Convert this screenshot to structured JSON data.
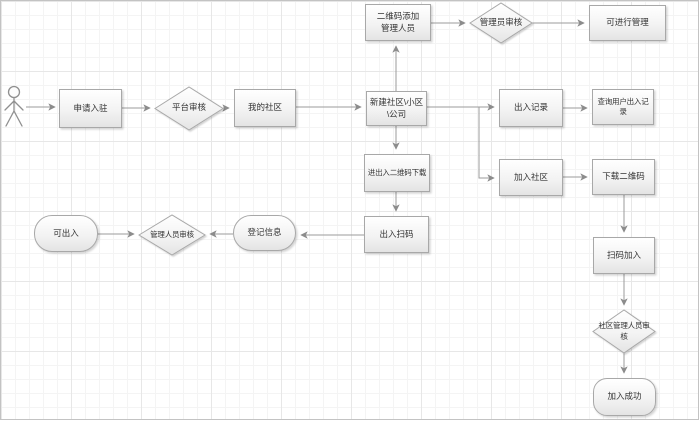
{
  "diagram": {
    "type": "flowchart",
    "colors": {
      "canvas_background": "#ffffff",
      "grid_minor": "#f4f4f4",
      "grid_major": "#e7e7e7",
      "node_fill_top": "#ffffff",
      "node_fill_bottom": "#e4e4e4",
      "node_border": "#a8a8a8",
      "connector": "#9b9b9b",
      "text": "#333333"
    },
    "icons": {
      "actor": "person-icon"
    },
    "nodes": {
      "apply_join": {
        "shape": "rect",
        "label": "申请入驻"
      },
      "platform_review": {
        "shape": "diamond",
        "label": "平台审核"
      },
      "my_community": {
        "shape": "rect",
        "label": "我的社区"
      },
      "new_community": {
        "shape": "rect",
        "label": "新建社区\\小区\n\\公司"
      },
      "qr_add_admin": {
        "shape": "rect",
        "label": "二维码添加\n管理人员"
      },
      "admin_review": {
        "shape": "diamond",
        "label": "管理员审核"
      },
      "can_manage": {
        "shape": "rect",
        "label": "可进行管理"
      },
      "access_records": {
        "shape": "rect",
        "label": "出入记录"
      },
      "query_user_records": {
        "shape": "rect",
        "label": "查询用户出入记录"
      },
      "qr_download": {
        "shape": "rect",
        "label": "进出入二维码下载"
      },
      "join_community": {
        "shape": "rect",
        "label": "加入社区"
      },
      "download_qr": {
        "shape": "rect",
        "label": "下载二维码"
      },
      "access_scan": {
        "shape": "rect",
        "label": "出入扫码"
      },
      "register_info": {
        "shape": "stadium",
        "label": "登记信息"
      },
      "manager_review": {
        "shape": "diamond",
        "label": "管理人员审核"
      },
      "can_access": {
        "shape": "stadium",
        "label": "可出入"
      },
      "scan_join": {
        "shape": "rect",
        "label": "扫码加入"
      },
      "community_manager_review": {
        "shape": "diamond",
        "label": "社区管理人员审\n核"
      },
      "join_success": {
        "shape": "stadium",
        "label": "加入成功"
      }
    },
    "edges": [
      {
        "from": "actor",
        "to": "apply_join"
      },
      {
        "from": "apply_join",
        "to": "platform_review"
      },
      {
        "from": "platform_review",
        "to": "my_community"
      },
      {
        "from": "my_community",
        "to": "new_community"
      },
      {
        "from": "new_community",
        "to": "qr_add_admin"
      },
      {
        "from": "qr_add_admin",
        "to": "admin_review"
      },
      {
        "from": "admin_review",
        "to": "can_manage"
      },
      {
        "from": "new_community",
        "to": "access_records"
      },
      {
        "from": "new_community",
        "to": "join_community"
      },
      {
        "from": "access_records",
        "to": "query_user_records"
      },
      {
        "from": "join_community",
        "to": "download_qr"
      },
      {
        "from": "new_community",
        "to": "qr_download"
      },
      {
        "from": "qr_download",
        "to": "access_scan"
      },
      {
        "from": "download_qr",
        "to": "scan_join"
      },
      {
        "from": "access_scan",
        "to": "register_info"
      },
      {
        "from": "register_info",
        "to": "manager_review"
      },
      {
        "from": "can_access",
        "to": "manager_review"
      },
      {
        "from": "scan_join",
        "to": "community_manager_review"
      },
      {
        "from": "community_manager_review",
        "to": "join_success"
      }
    ]
  }
}
